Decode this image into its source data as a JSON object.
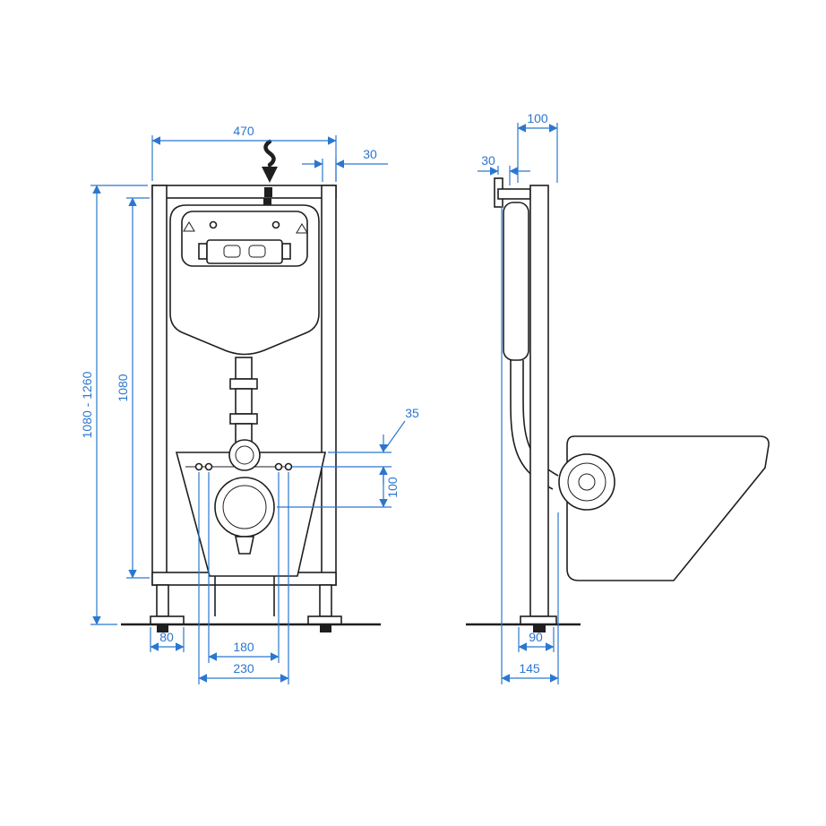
{
  "colors": {
    "ink": "#1f1f1f",
    "dim": "#2b77d0",
    "bg": "#ffffff"
  },
  "icons": {
    "flow_arrow": "wavy-down-arrow",
    "recycle_icon": "triangle-outline",
    "warning_icon": "triangle-outline"
  },
  "front_view": {
    "dims": {
      "overall_width": "470",
      "profile_width": "30",
      "height_adjustable": "1080 - 1260",
      "frame_height": "1080",
      "offset_small": "35",
      "flush_offset": "100",
      "foot_width": "80",
      "bolt_spacing_inner": "180",
      "bolt_spacing_outer": "230"
    }
  },
  "side_view": {
    "dims": {
      "frame_depth": "100",
      "bracket_offset": "30",
      "foot_depth": "90",
      "base_depth": "145"
    }
  }
}
